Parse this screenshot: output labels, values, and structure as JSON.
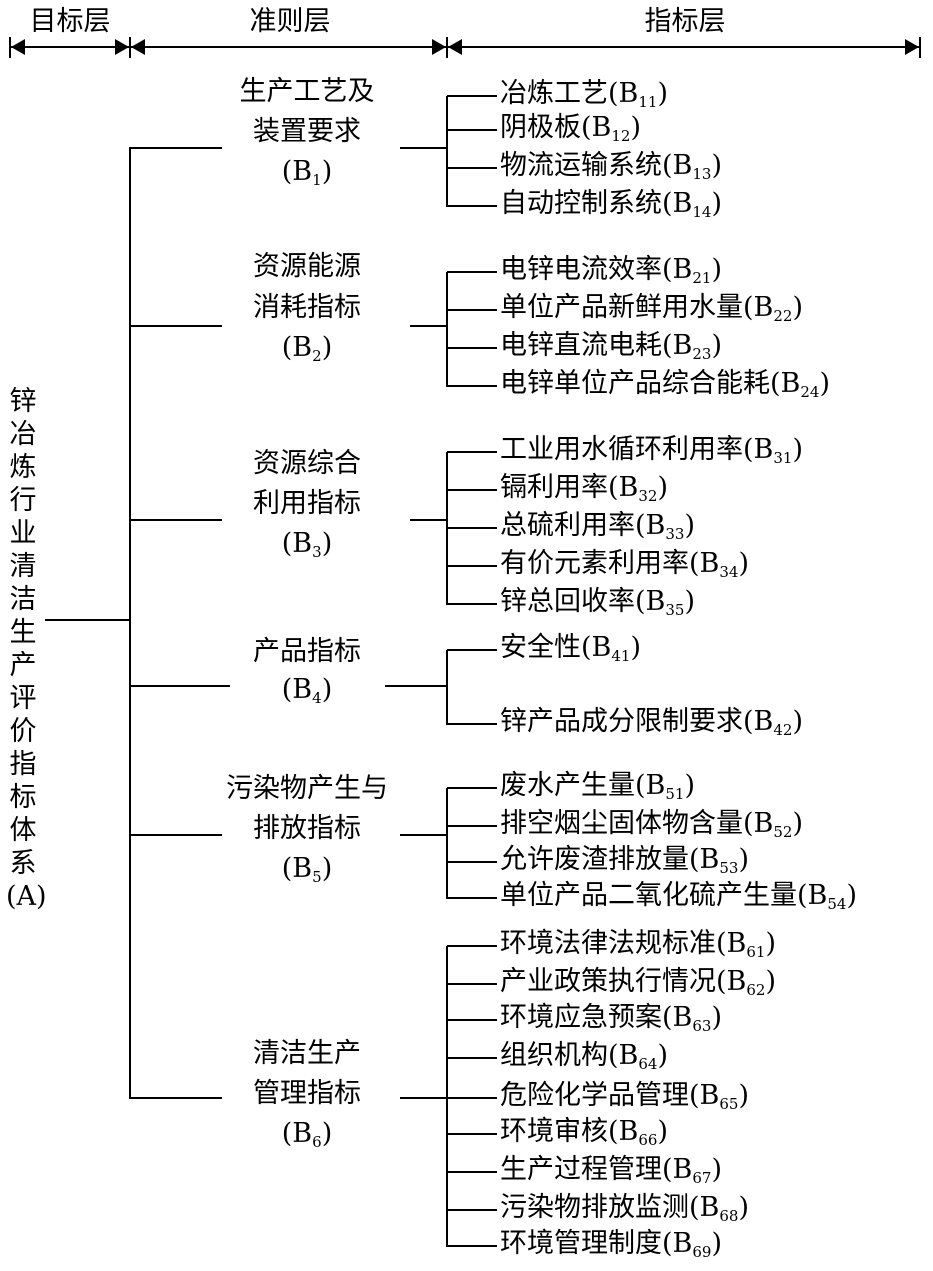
{
  "header": {
    "goal_layer": "目标层",
    "criteria_layer": "准则层",
    "indicator_layer": "指标层"
  },
  "root": {
    "label": "锌冶炼行业清洁生产评价指标体系",
    "code": "(A)"
  },
  "criteria": [
    {
      "lines": [
        "生产工艺及",
        "装置要求"
      ],
      "code": "B",
      "sub": "1",
      "indicators": [
        {
          "label": "冶炼工艺",
          "sub": "11"
        },
        {
          "label": "阴极板",
          "sub": "12"
        },
        {
          "label": "物流运输系统",
          "sub": "13"
        },
        {
          "label": "自动控制系统",
          "sub": "14"
        }
      ]
    },
    {
      "lines": [
        "资源能源",
        "消耗指标"
      ],
      "code": "B",
      "sub": "2",
      "indicators": [
        {
          "label": "电锌电流效率",
          "sub": "21"
        },
        {
          "label": "单位产品新鲜用水量",
          "sub": "22"
        },
        {
          "label": "电锌直流电耗",
          "sub": "23"
        },
        {
          "label": "电锌单位产品综合能耗",
          "sub": "24"
        }
      ]
    },
    {
      "lines": [
        "资源综合",
        "利用指标"
      ],
      "code": "B",
      "sub": "3",
      "indicators": [
        {
          "label": "工业用水循环利用率",
          "sub": "31"
        },
        {
          "label": "镉利用率",
          "sub": "32"
        },
        {
          "label": "总硫利用率",
          "sub": "33"
        },
        {
          "label": "有价元素利用率",
          "sub": "34"
        },
        {
          "label": "锌总回收率",
          "sub": "35"
        }
      ]
    },
    {
      "lines": [
        "产品指标"
      ],
      "code": "B",
      "sub": "4",
      "indicators": [
        {
          "label": "安全性",
          "sub": "41"
        },
        {
          "label": "锌产品成分限制要求",
          "sub": "42"
        }
      ]
    },
    {
      "lines": [
        "污染物产生与",
        "排放指标"
      ],
      "code": "B",
      "sub": "5",
      "indicators": [
        {
          "label": "废水产生量",
          "sub": "51"
        },
        {
          "label": "排空烟尘固体物含量",
          "sub": "52"
        },
        {
          "label": "允许废渣排放量",
          "sub": "53"
        },
        {
          "label": "单位产品二氧化硫产生量",
          "sub": "54"
        }
      ]
    },
    {
      "lines": [
        "清洁生产",
        "管理指标"
      ],
      "code": "B",
      "sub": "6",
      "indicators": [
        {
          "label": "环境法律法规标准",
          "sub": "61"
        },
        {
          "label": "产业政策执行情况",
          "sub": "62"
        },
        {
          "label": "环境应急预案",
          "sub": "63"
        },
        {
          "label": "组织机构",
          "sub": "64"
        },
        {
          "label": "危险化学品管理",
          "sub": "65"
        },
        {
          "label": "环境审核",
          "sub": "66"
        },
        {
          "label": "生产过程管理",
          "sub": "67"
        },
        {
          "label": "污染物排放监测",
          "sub": "68"
        },
        {
          "label": "环境管理制度",
          "sub": "69"
        }
      ]
    }
  ]
}
